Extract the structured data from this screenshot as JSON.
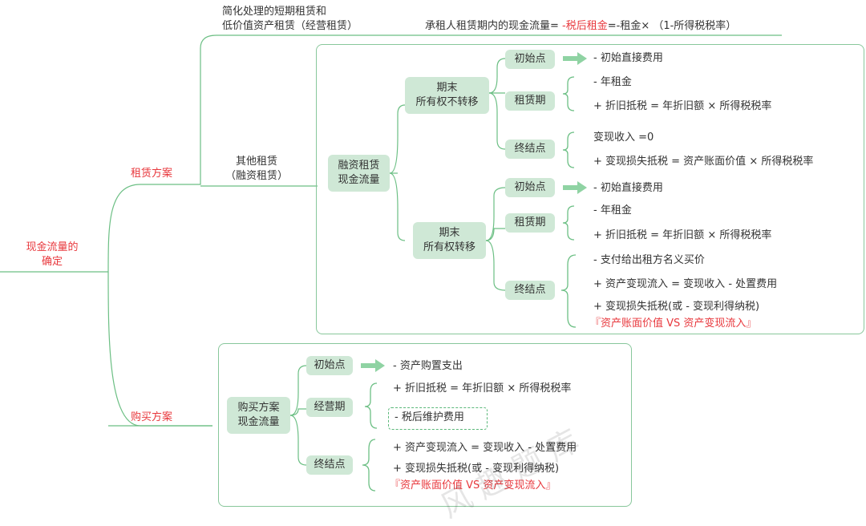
{
  "root": {
    "line1": "现金流量的",
    "line2": "确定"
  },
  "branch_lease": "租赁方案",
  "branch_buy": "购买方案",
  "short_lease": {
    "line1": "简化处理的短期租赁和",
    "line2": "低价值资产租赁（经营租赁）",
    "formula_prefix": "承租人租赁期内的现金流量= ",
    "formula_highlight": "-税后租金",
    "formula_suffix": "=-租金× （1-所得税税率）"
  },
  "other_lease": {
    "line1": "其他租赁",
    "line2": "（融资租赁）"
  },
  "finance_lease": {
    "line1": "融资租赁",
    "line2": "现金流量"
  },
  "case_no_transfer": {
    "line1": "期末",
    "line2": "所有权不转移",
    "start": {
      "label": "初始点",
      "items": [
        "- 初始直接费用"
      ]
    },
    "period": {
      "label": "租赁期",
      "items": [
        "- 年租金",
        "+ 折旧抵税 = 年折旧额 × 所得税税率"
      ]
    },
    "end": {
      "label": "终结点",
      "items": [
        "变现收入 =0",
        "+ 变现损失抵税 = 资产账面价值 × 所得税税率"
      ]
    }
  },
  "case_transfer": {
    "line1": "期末",
    "line2": "所有权转移",
    "start": {
      "label": "初始点",
      "items": [
        "- 初始直接费用"
      ]
    },
    "period": {
      "label": "租赁期",
      "items": [
        "- 年租金",
        "+ 折旧抵税 = 年折旧额 × 所得税税率"
      ]
    },
    "end": {
      "label": "终结点",
      "items": [
        "- 支付给出租方名义买价",
        "+ 资产变现流入 = 变现收入 - 处置费用",
        "+ 变现损失抵税(或 - 变现利得纳税)"
      ],
      "note": "『资产账面价值 VS 资产变现流入』"
    }
  },
  "buy_plan": {
    "line1": "购买方案",
    "line2": "现金流量",
    "start": {
      "label": "初始点",
      "items": [
        "- 资产购置支出"
      ]
    },
    "operation": {
      "label": "经营期",
      "items": [
        "+ 折旧抵税 = 年折旧额 × 所得税税率"
      ],
      "dashed_item": "- 税后维护费用"
    },
    "end": {
      "label": "终结点",
      "items": [
        "+ 资产变现流入 = 变现收入 - 处置费用",
        "+ 变现损失抵税(或 - 变现利得纳税)"
      ],
      "note": "『资产账面价值 VS 资产变现流入』"
    }
  },
  "colors": {
    "line": "#6cbf84",
    "box": "#cfe8d6",
    "accent_red": "#e8383d",
    "arrow": "#8fd3a3"
  },
  "watermark": "风 趣 题 库"
}
